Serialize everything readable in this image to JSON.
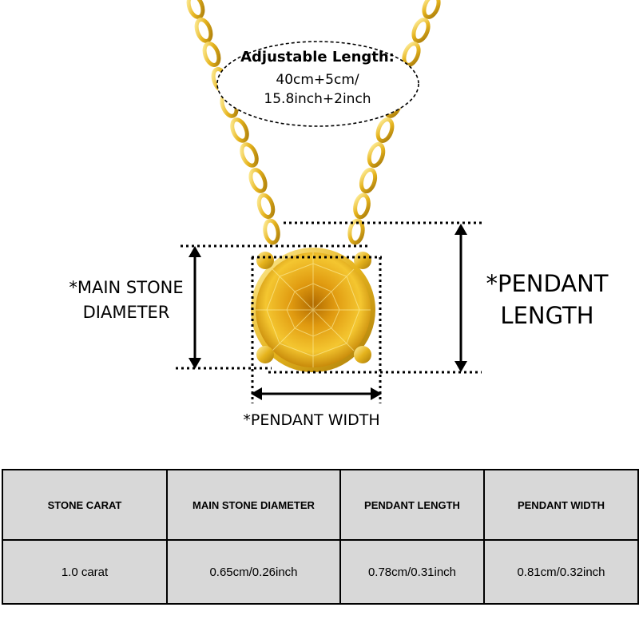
{
  "adjustable_length": {
    "title": "Adjustable Length:",
    "line1": "40cm+5cm/",
    "line2": "15.8inch+2inch"
  },
  "labels": {
    "main_stone_line1": "*MAIN STONE",
    "main_stone_line2": "DIAMETER",
    "pendant_length_line1": "*PENDANT",
    "pendant_length_line2": "LENGTH",
    "pendant_width": "*PENDANT WIDTH"
  },
  "table": {
    "headers": [
      "STONE CARAT",
      "MAIN STONE DIAMETER",
      "PENDANT LENGTH",
      "PENDANT WIDTH"
    ],
    "values": [
      "1.0 carat",
      "0.65cm/0.26inch",
      "0.78cm/0.31inch",
      "0.81cm/0.32inch"
    ]
  },
  "colors": {
    "gold": "#e8b820",
    "stone": "#f2b818",
    "table_bg": "#d8d8d8"
  }
}
